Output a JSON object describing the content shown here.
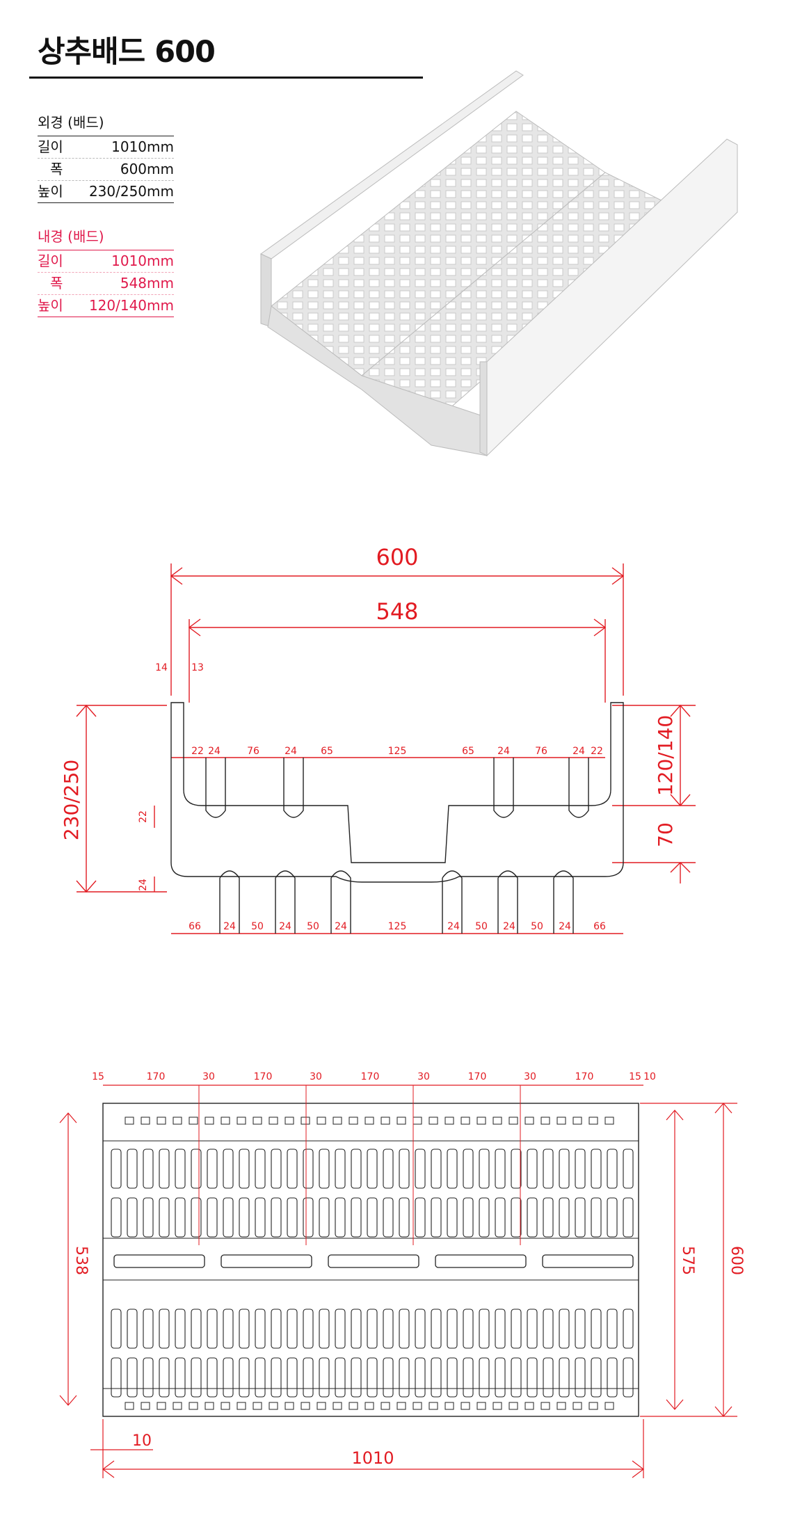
{
  "title": "상추배드 600",
  "outer": {
    "heading": "외경 (배드)",
    "rows": [
      {
        "label": "길이",
        "value": "1010mm"
      },
      {
        "label": "폭",
        "value": "600mm"
      },
      {
        "label": "높이",
        "value": "230/250mm"
      }
    ]
  },
  "inner": {
    "heading": "내경 (배드)",
    "rows": [
      {
        "label": "길이",
        "value": "1010mm"
      },
      {
        "label": "폭",
        "value": "548mm"
      },
      {
        "label": "높이",
        "value": "120/140mm"
      }
    ]
  },
  "section": {
    "width_total": "600",
    "width_inner": "548",
    "wall_a": "14",
    "wall_b": "13",
    "height_total": "230/250",
    "height_inner": "120/140",
    "base_height": "70",
    "side_dim_a": "22",
    "side_dim_b": "24",
    "top_dims": [
      "22",
      "24",
      "76",
      "24",
      "65",
      "125",
      "65",
      "24",
      "76",
      "24",
      "22"
    ],
    "bottom_dims": [
      "66",
      "24",
      "50",
      "24",
      "50",
      "24",
      "125",
      "24",
      "50",
      "24",
      "50",
      "24",
      "66"
    ]
  },
  "plan": {
    "top_dims": [
      "15",
      "170",
      "30",
      "170",
      "30",
      "170",
      "30",
      "170",
      "30",
      "170",
      "15",
      "10"
    ],
    "height_inner": "538",
    "height_mid": "575",
    "height_total": "600",
    "offset": "10",
    "length": "1010"
  },
  "colors": {
    "dimension": "#e21b22",
    "inner_spec": "#e0194b",
    "line": "#222222"
  }
}
